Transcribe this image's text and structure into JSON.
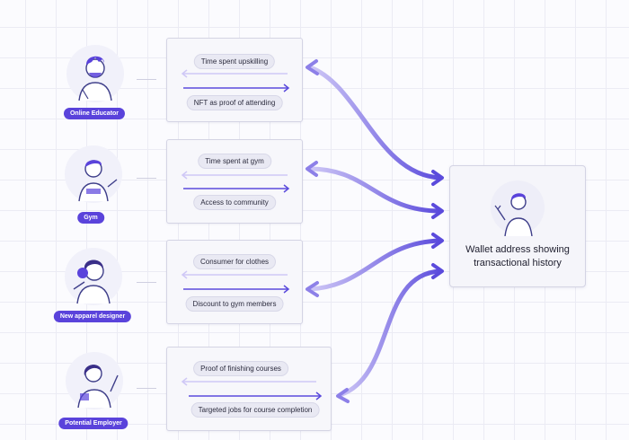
{
  "actors": [
    {
      "badge": "Online Educator",
      "top_label": "Time spent upskilling",
      "bottom_label": "NFT as proof of attending"
    },
    {
      "badge": "Gym",
      "top_label": "Time spent at gym",
      "bottom_label": "Access to community"
    },
    {
      "badge": "New apparel designer",
      "top_label": "Consumer for clothes",
      "bottom_label": "Discount to gym members"
    },
    {
      "badge": "Potential Employer",
      "top_label": "Proof of finishing courses",
      "bottom_label": "Targeted jobs for course completion"
    }
  ],
  "wallet": {
    "label": "Wallet address showing transactional history"
  },
  "colors": {
    "accent": "#5a43db",
    "arrow_fade": "#c8c0f4",
    "arrow": "#5b4bdc"
  },
  "icons": [
    "educator-avatar-icon",
    "gym-trainer-avatar-icon",
    "designer-avatar-icon",
    "employer-avatar-icon",
    "wallet-user-avatar-icon"
  ]
}
